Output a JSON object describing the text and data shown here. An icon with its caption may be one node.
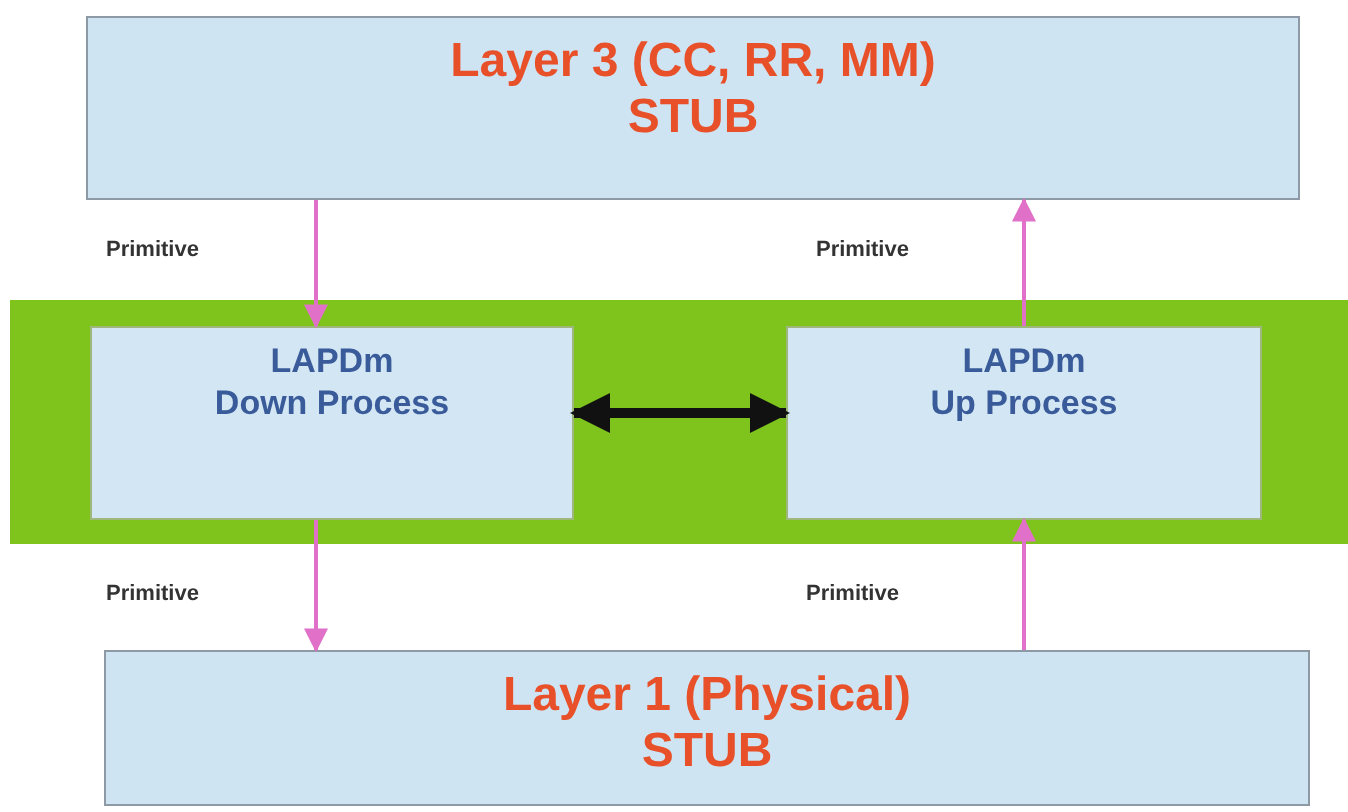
{
  "diagram": {
    "nodes": [
      {
        "text": [
          "Layer 3 (CC, RR, MM)",
          "STUB"
        ]
      },
      {
        "text": [],
        "shape": "bar"
      },
      {
        "text": [
          "LAPDm",
          "Down Process"
        ],
        "in": 1
      },
      {
        "text": [
          "LAPDm",
          "Up Process"
        ],
        "in": 1
      },
      {
        "text": [
          "Layer 1 (Physical)",
          "STUB"
        ]
      }
    ],
    "edges": [
      {
        "from": 0,
        "to": 2,
        "arrow": "to"
      },
      {
        "from": 3,
        "to": 0,
        "arrow": "to"
      },
      {
        "from": 2,
        "to": 3,
        "arrow": "both",
        "style": "thick",
        "color": "#111111"
      },
      {
        "from": 2,
        "to": 4,
        "arrow": "to"
      },
      {
        "from": 4,
        "to": 3,
        "arrow": "to"
      }
    ],
    "labels": [
      "Primitive",
      "Primitive",
      "Primitive",
      "Primitive"
    ]
  }
}
